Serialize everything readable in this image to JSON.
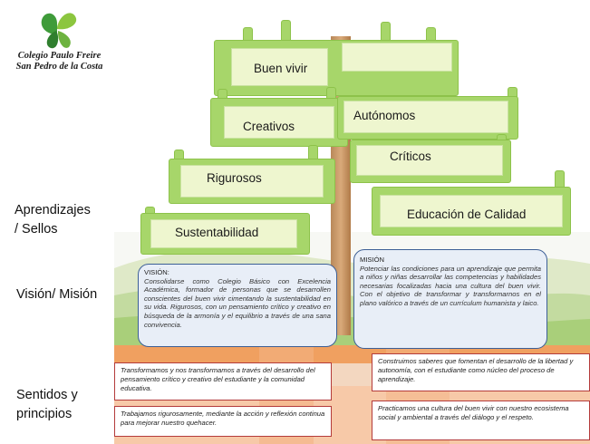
{
  "logo": {
    "name_line1": "Colegio Paulo Freire",
    "name_line2": "San Pedro de la Costa",
    "colors": {
      "leaf": "#3f9b3a",
      "leaf_light": "#8cc63f"
    }
  },
  "tree": {
    "labels": {
      "buen_vivir": "Buen vivir",
      "autonomos": "Autónomos",
      "creativos": "Creativos",
      "criticos": "Críticos",
      "rigurosos": "Rigurosos",
      "educacion": "Educación de Calidad",
      "sustentabilidad": "Sustentabilidad"
    },
    "colors": {
      "branch": "#a7d66a",
      "plaque": "#eef6cf",
      "trunk": "#c89464"
    }
  },
  "side": {
    "aprendizajes_line1": "Aprendizajes",
    "aprendizajes_line2": "/ Sellos",
    "vision_mision": "Visión/ Misión",
    "sentidos_line1": "Sentidos y",
    "sentidos_line2": "principios"
  },
  "vision": {
    "title": "VISIÓN:",
    "text": "Consolidarse como Colegio Básico con Excelencia Académica, formador de personas que se desarrollen conscientes del buen vivir cimentando la sustentabilidad en su vida. Rigurosos, con un pensamiento crítico y creativo en búsqueda de la armonía y el equilibrio a través de una sana convivencia."
  },
  "mision": {
    "title": "MISIÓN",
    "text": "Potenciar las condiciones para un aprendizaje que permita a niños y niñas desarrollar las competencias y habilidades necesarias focalizadas hacia una cultura del buen vivir. Con el objetivo de transformar y transformarnos en el plano valórico a través de un currículum humanista y laico."
  },
  "principles": {
    "p1": "Transformamos y nos transformamos a través del desarrollo del pensamiento crítico y creativo del estudiante y la comunidad educativa.",
    "p2": "Construimos saberes que fomentan el desarrollo de la libertad y autonomía, con el estudiante como núcleo del proceso de aprendizaje.",
    "p3": "Trabajamos rigurosamente, mediante la acción y reflexión continua para mejorar nuestro quehacer.",
    "p4": "Practicamos una cultura del buen vivir con nuestro ecosistema social y ambiental a través del diálogo y el respeto."
  },
  "colors": {
    "vm_border": "#3d5f96",
    "vm_fill": "#e8eef7",
    "principle_border": "#b43b3b"
  }
}
